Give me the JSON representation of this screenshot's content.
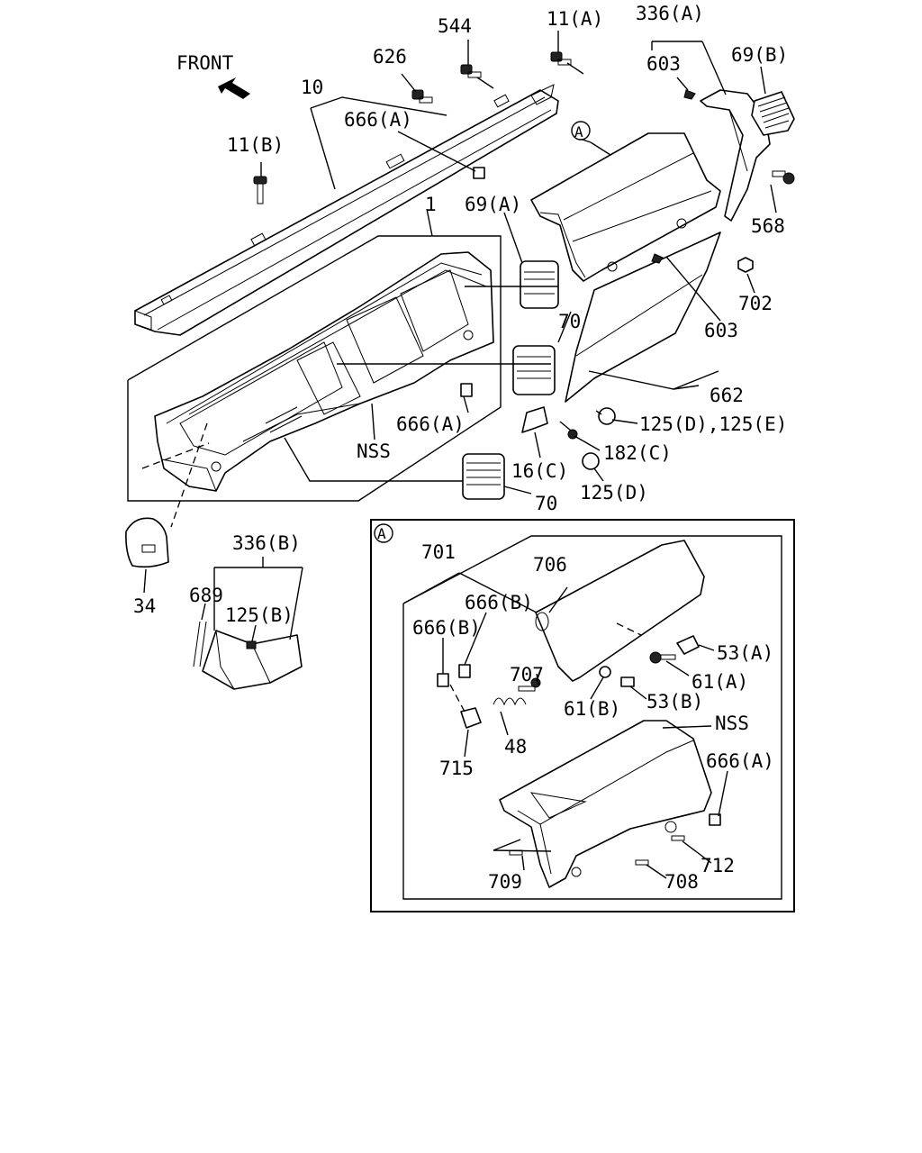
{
  "diagram": {
    "direction_text": "FRONT",
    "labels": {
      "p10": "10",
      "p11a": "11(A)",
      "p11b": "11(B)",
      "p336a": "336(A)",
      "p544": "544",
      "p626": "626",
      "p666a_top": "666(A)",
      "p603_top": "603",
      "p69b": "69(B)",
      "circleA": "A",
      "p568": "568",
      "p69a": "69(A)",
      "p1": "1",
      "p702": "702",
      "p70_mid": "70",
      "p603_mid": "603",
      "p662": "662",
      "p666a_mid": "666(A)",
      "p125de": "125(D),125(E)",
      "pNSS_mid": "NSS",
      "p182c": "182(C)",
      "p16c": "16(C)",
      "p125d": "125(D)",
      "p70_low": "70",
      "p336b": "336(B)",
      "p689": "689",
      "p125b": "125(B)",
      "p34": "34"
    },
    "inset": {
      "tag": "A",
      "labels": {
        "p701": "701",
        "p706": "706",
        "p666b_1": "666(B)",
        "p666b_2": "666(B)",
        "p707": "707",
        "p53a": "53(A)",
        "p61a": "61(A)",
        "p61b": "61(B)",
        "p53b": "53(B)",
        "p48": "48",
        "pNSS": "NSS",
        "p715": "715",
        "p666a": "666(A)",
        "p712": "712",
        "p709": "709",
        "p708": "708"
      }
    }
  }
}
